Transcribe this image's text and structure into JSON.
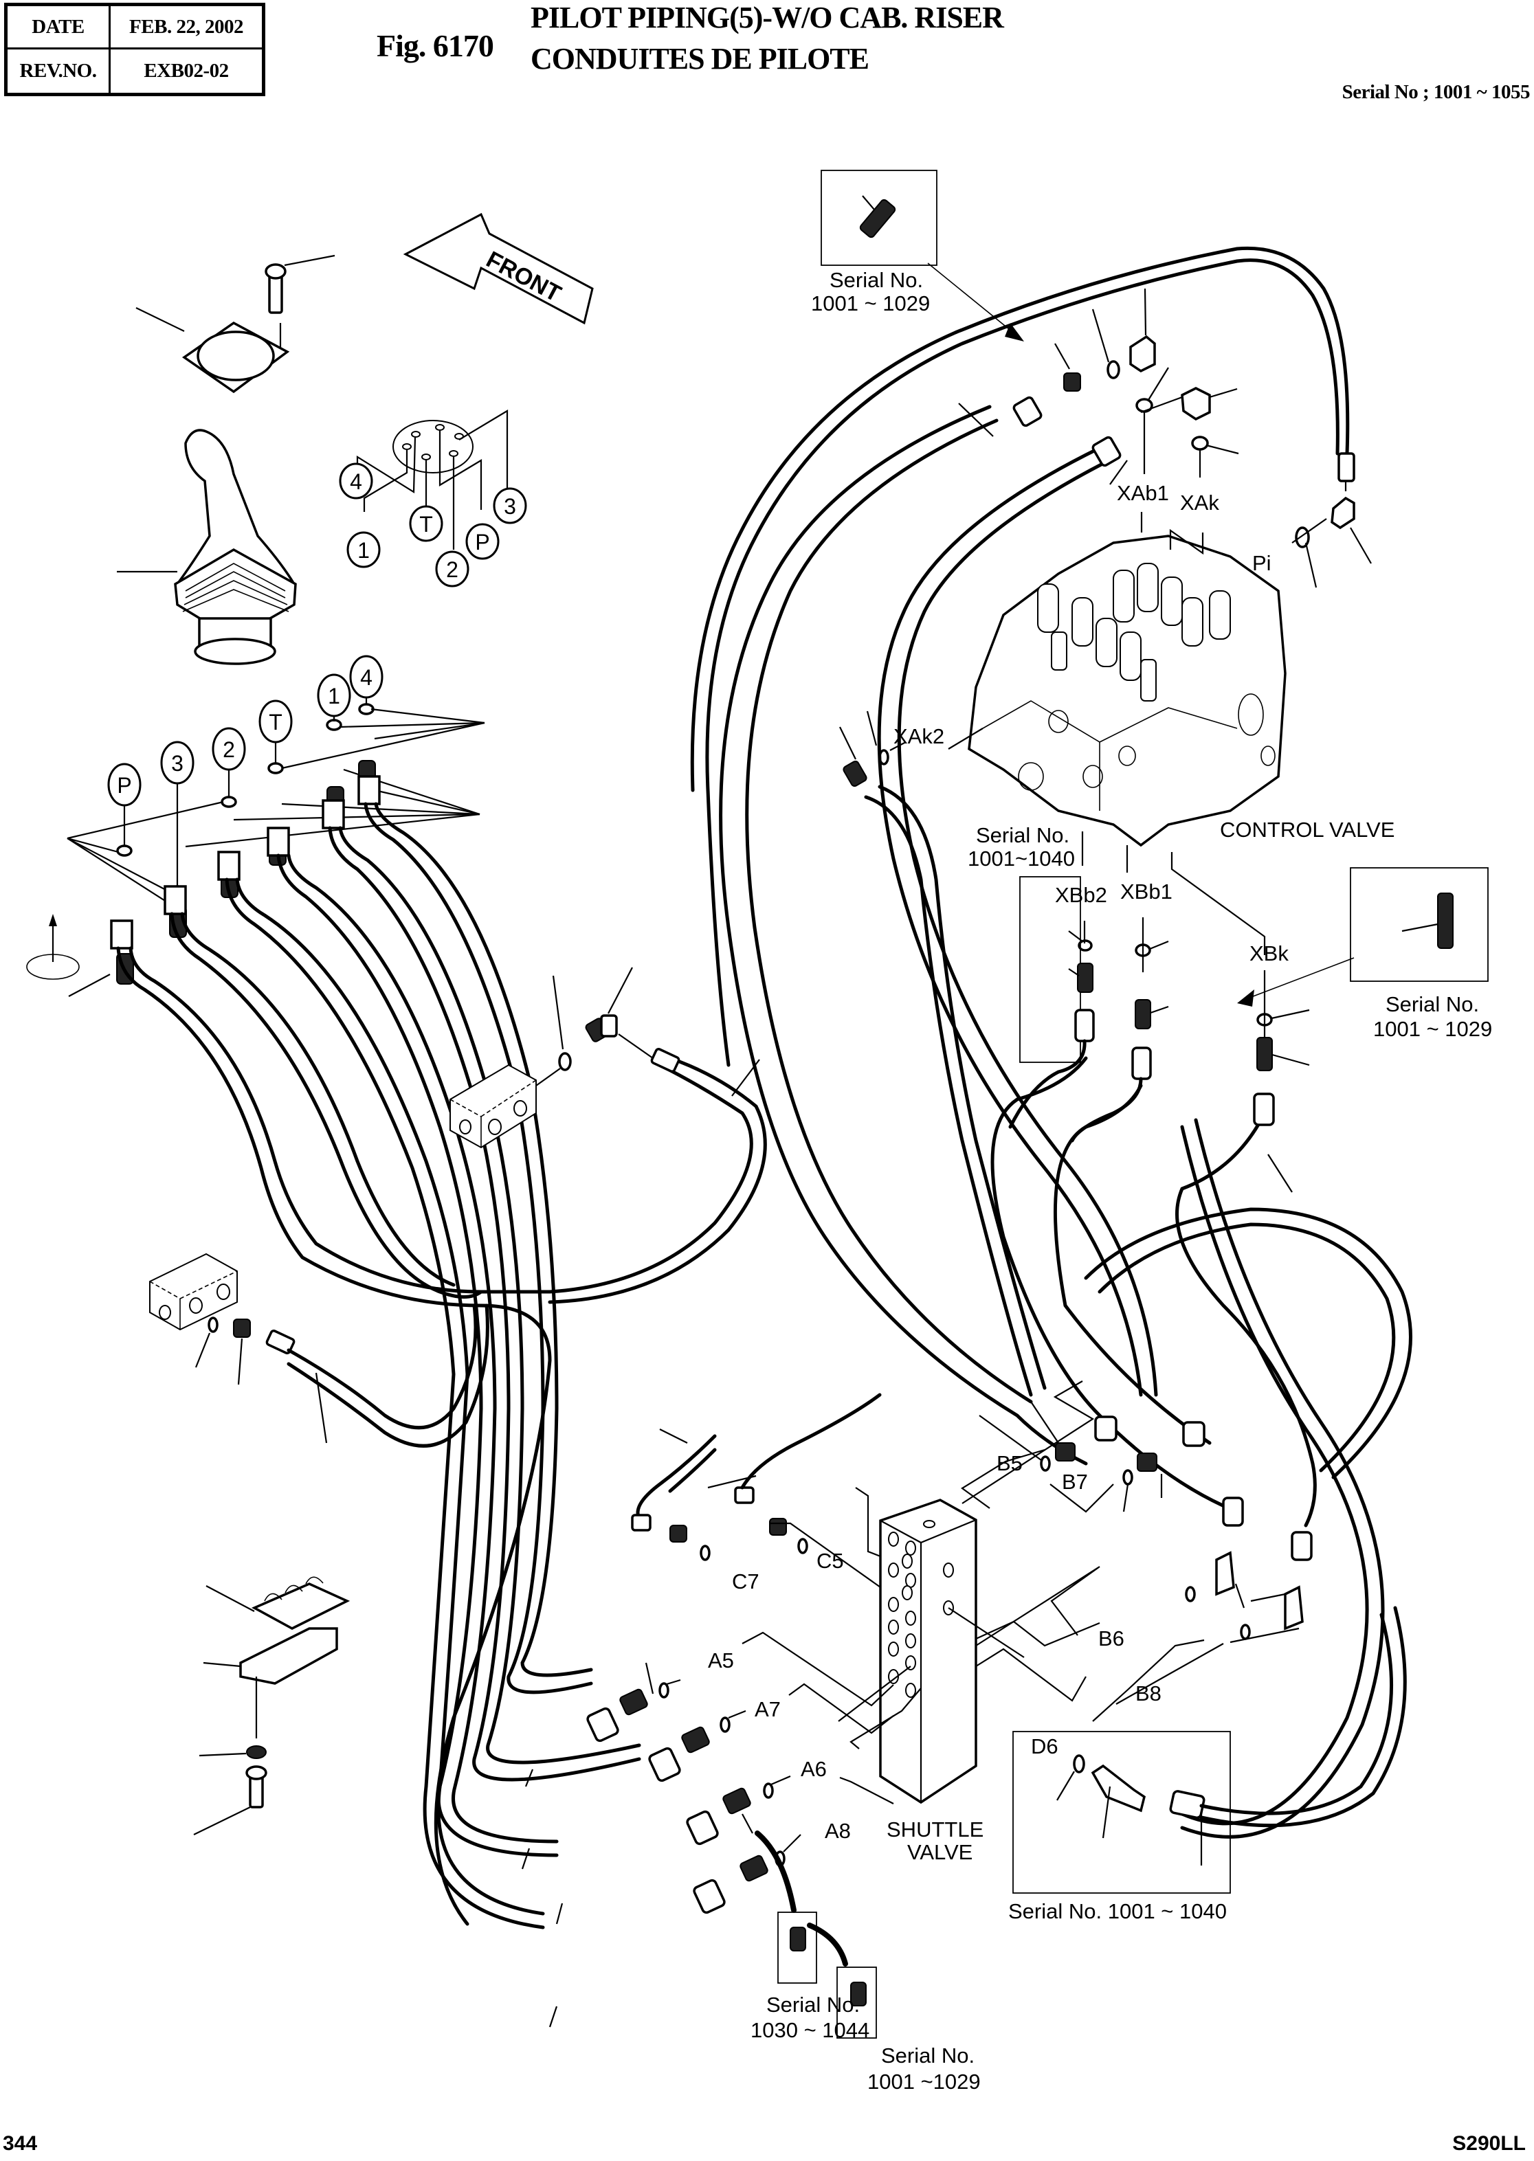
{
  "header": {
    "date_label": "DATE",
    "date_value": "FEB. 22, 2002",
    "rev_label": "REV.NO.",
    "rev_value": "EXB02-02",
    "figure_number": "Fig. 6170",
    "title_en": "PILOT PIPING(5)-W/O CAB. RISER",
    "title_fr": "CONDUITES DE PILOTE",
    "serial_range": "Serial No ; 1001 ~ 1055"
  },
  "footer": {
    "page_number": "344",
    "model": "S290LL"
  },
  "diagram": {
    "front_arrow_label": "FRONT",
    "joystick_ports_callouts": [
      "4",
      "1",
      "T",
      "2",
      "P",
      "3"
    ],
    "joystick_fittings_callouts": [
      "P",
      "3",
      "2",
      "T",
      "1",
      "4"
    ],
    "control_valve": {
      "label": "CONTROL VALVE",
      "ports": [
        "XAb1",
        "XAk",
        "Pi",
        "XAk2",
        "XBb2",
        "XBb1",
        "XBk"
      ]
    },
    "shuttle_valve": {
      "label_line1": "SHUTTLE",
      "label_line2": "VALVE",
      "ports": [
        "B5",
        "B7",
        "C5",
        "C7",
        "B6",
        "B8",
        "A5",
        "A7",
        "A6",
        "A8",
        "D6"
      ]
    },
    "serial_notes": [
      {
        "id": "top-inset",
        "line1": "Serial No.",
        "line2": "1001 ~ 1029"
      },
      {
        "id": "xbb2-note",
        "line1": "Serial No.",
        "line2": "1001~1040"
      },
      {
        "id": "right-inset",
        "line1": "Serial No.",
        "line2": "1001 ~ 1029"
      },
      {
        "id": "d6-inset",
        "line1": "Serial No. 1001 ~ 1040",
        "line2": ""
      },
      {
        "id": "bottom-inset-a",
        "line1": "Serial No.",
        "line2": "1030 ~ 1044"
      },
      {
        "id": "bottom-inset-b",
        "line1": "Serial No.",
        "line2": "1001 ~1029"
      }
    ]
  }
}
